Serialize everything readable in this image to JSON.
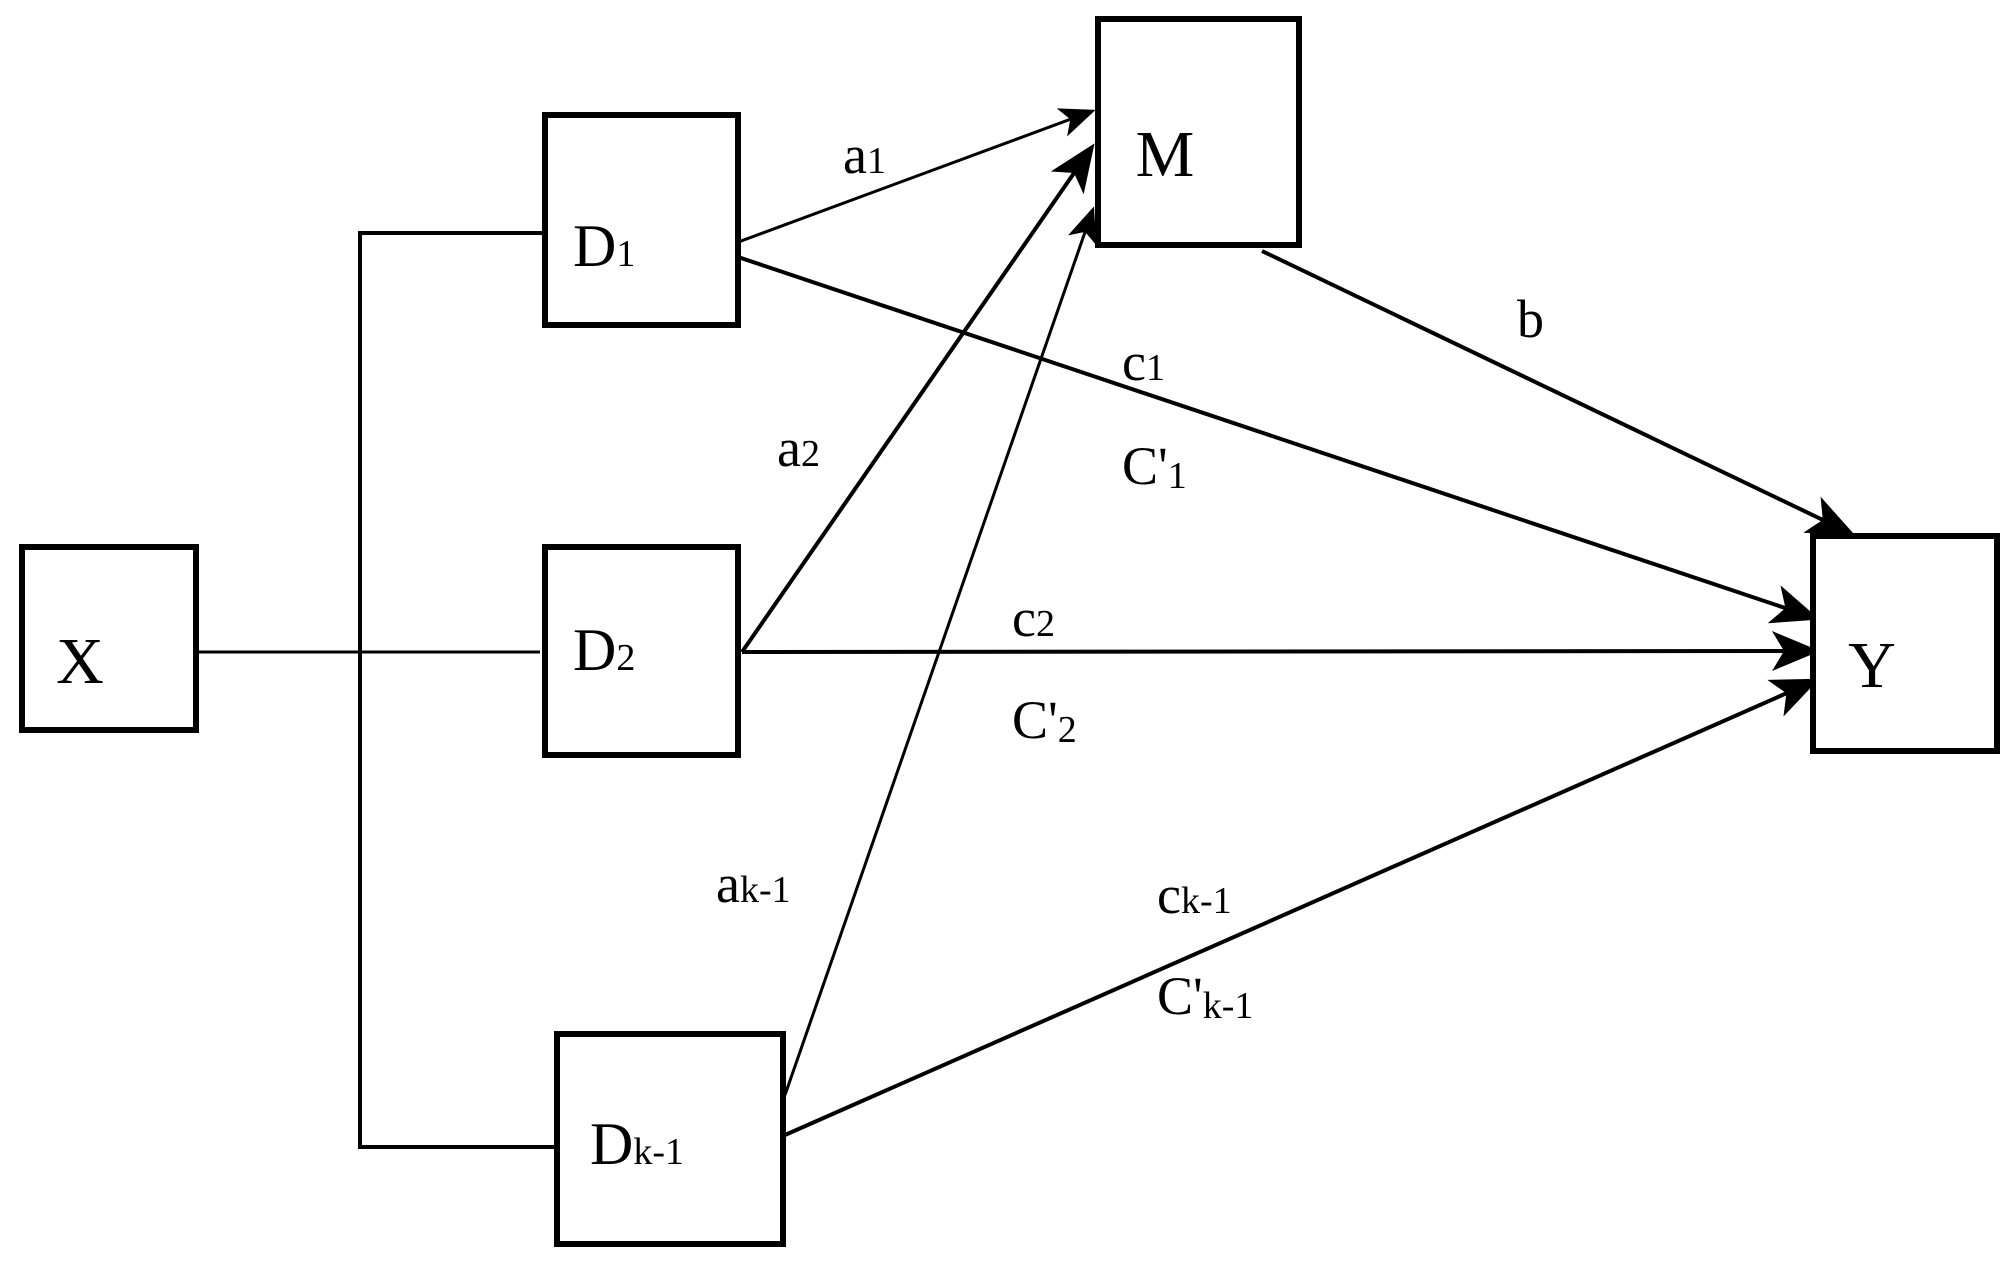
{
  "nodes": {
    "x": {
      "label": "X",
      "sub": ""
    },
    "d1": {
      "label": "D",
      "sub": "1"
    },
    "d2": {
      "label": "D",
      "sub": "2"
    },
    "dk": {
      "label": "D",
      "sub": "k-1"
    },
    "m": {
      "label": "M",
      "sub": ""
    },
    "y": {
      "label": "Y",
      "sub": ""
    }
  },
  "paths": {
    "a1": {
      "main": "a",
      "sub": "1"
    },
    "a2": {
      "main": "a",
      "sub": "2"
    },
    "ak": {
      "main": "a",
      "sub": "k-1"
    },
    "b": {
      "main": "b",
      "sub": ""
    },
    "c1": {
      "main": "c",
      "sub": "1"
    },
    "c1p": {
      "main": "C'",
      "sub": "1"
    },
    "c2": {
      "main": "c",
      "sub": "2"
    },
    "c2p": {
      "main": "C'",
      "sub": "2"
    },
    "ck": {
      "main": "c",
      "sub": "k-1"
    },
    "ckp": {
      "main": "C'",
      "sub": "k-1"
    }
  },
  "colors": {
    "stroke": "#000000",
    "background": "#ffffff"
  }
}
